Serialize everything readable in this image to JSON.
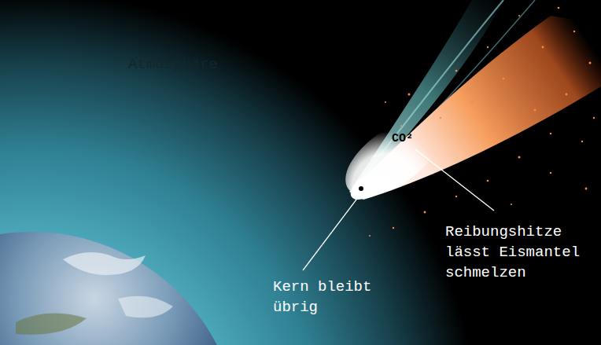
{
  "diagram": {
    "labels": [
      "Atmosphäre",
      "CO²",
      "Reibungshitze lässt Eismantel schmelzen",
      "Kern bleibt übrig"
    ]
  }
}
